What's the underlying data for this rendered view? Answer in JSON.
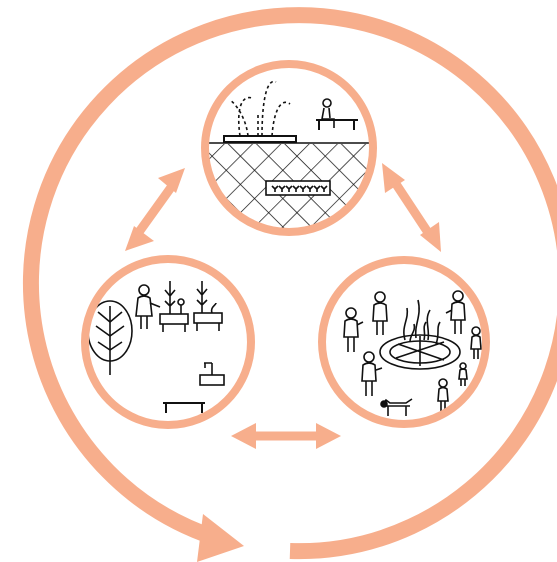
{
  "diagram": {
    "accent_color": "#F7AE8C",
    "ink_color": "#111111",
    "layout": "cycle",
    "nodes": [
      {
        "id": "plaza",
        "icons": [
          "fountain-icon",
          "bench-icon",
          "seated-person-icon",
          "paving-grid-icon",
          "flower-bed-icon"
        ]
      },
      {
        "id": "garden",
        "icons": [
          "tree-icon",
          "gardener-icon",
          "raised-planter-icon",
          "water-pump-icon",
          "bench-icon"
        ]
      },
      {
        "id": "gathering",
        "icons": [
          "bonfire-icon",
          "person-icon",
          "dog-icon",
          "fire-ring-icon"
        ]
      }
    ],
    "connectors": [
      {
        "from": "plaza",
        "to": "garden",
        "style": "double-arrow"
      },
      {
        "from": "plaza",
        "to": "gathering",
        "style": "double-arrow"
      },
      {
        "from": "garden",
        "to": "gathering",
        "style": "double-arrow"
      }
    ],
    "outer_cycle": {
      "style": "clockwise-arrow"
    }
  }
}
